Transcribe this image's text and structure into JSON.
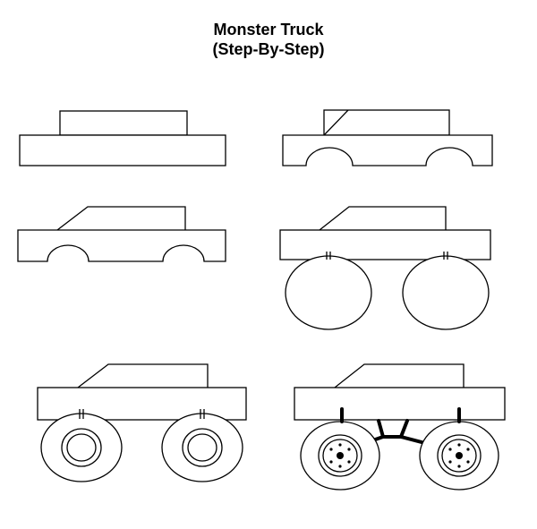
{
  "title": {
    "line1": "Monster Truck",
    "line2": "(Step-By-Step)"
  },
  "steps_count": 6,
  "colors": {
    "background": "#ffffff",
    "ink": "#000000"
  }
}
